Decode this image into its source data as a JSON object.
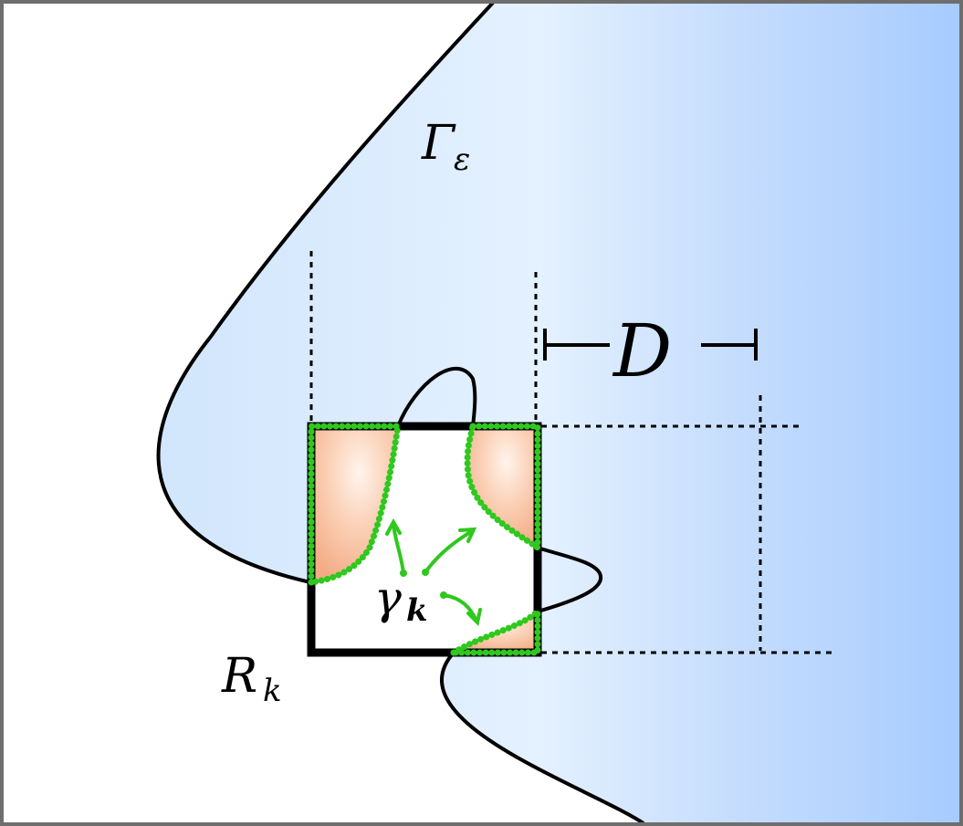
{
  "labels": {
    "gamma_eps": "Γ",
    "gamma_eps_sub": "ε",
    "gamma_k": "γ",
    "gamma_k_sub": "k",
    "r_k": "R",
    "r_k_sub": "k",
    "d": "D"
  },
  "colors": {
    "region_light": "#ffffff",
    "region_mid": "#e4f1ff",
    "region_dark": "#a6cbff",
    "boundary": "#000000",
    "dotted_curve": "#2fc81e",
    "orange_fill": "#f6b894",
    "frame": "#6e6e6e"
  }
}
